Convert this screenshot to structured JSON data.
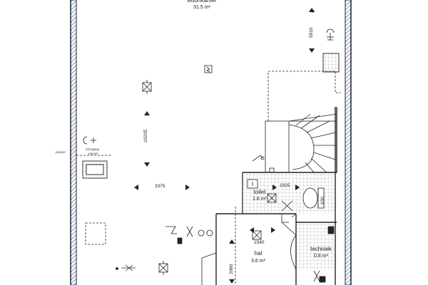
{
  "rooms": {
    "woonkamer": {
      "name": "woonkamer",
      "area": "31.5 m²"
    },
    "toilet": {
      "name": "toilet",
      "area": "1.8 m²"
    },
    "hal": {
      "name": "hal",
      "area": "3.6 m²"
    },
    "techniek": {
      "name": "techniek",
      "area": "0.8 m²"
    }
  },
  "dimensions": {
    "woonkamer_width": "3375",
    "woonkamer_length": "10235",
    "right_upper": "5910",
    "toilet_width": "1925",
    "toilet_depth": "930",
    "hal_width": "1540",
    "hal_depth": "2080"
  },
  "annotations": {
    "paneel_left": "paneel",
    "afzuig_line1": "afzuigkap",
    "afzuig_line2": "paneel"
  },
  "colors": {
    "wall_outer": "#1c4fa0",
    "line": "#222222",
    "tile_grid": "#9a9a9a"
  }
}
